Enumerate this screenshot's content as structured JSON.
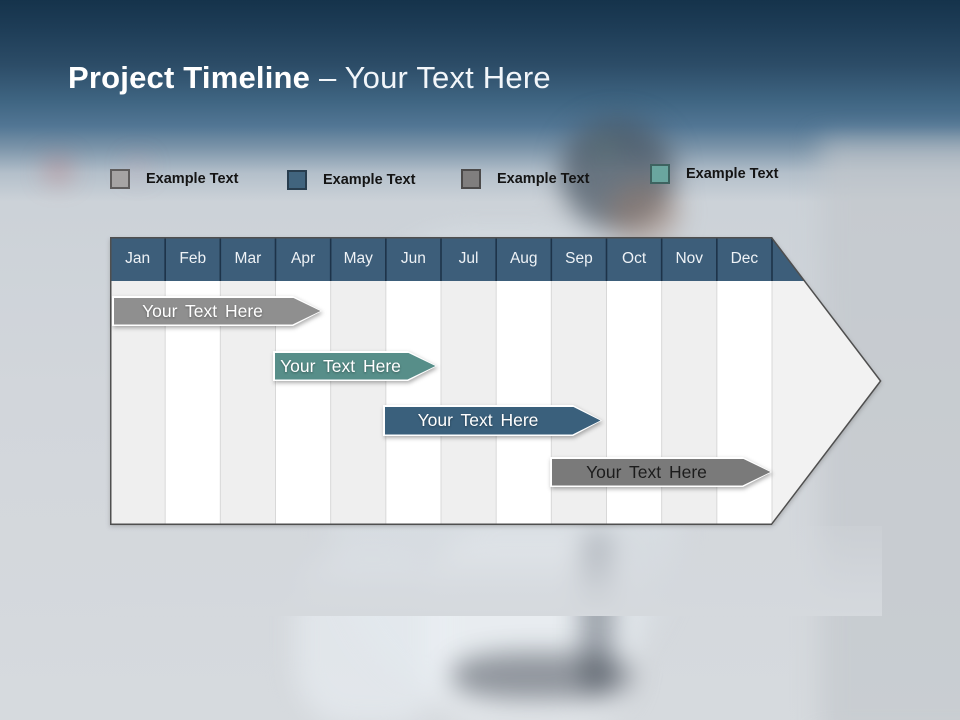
{
  "slide": {
    "title_bold": "Project Timeline",
    "title_rest": "– Your Text Here"
  },
  "legend": {
    "items": [
      {
        "label": "Example Text",
        "color": "#a6a4a4",
        "border": "#5f5d5d"
      },
      {
        "label": "Example Text",
        "color": "#41647e",
        "border": "#283d4e"
      },
      {
        "label": "Example Text",
        "color": "#807e7e",
        "border": "#4c4a4a"
      },
      {
        "label": "Example Text",
        "color": "#6aa69f",
        "border": "#3e6360"
      }
    ]
  },
  "timeline": {
    "months": [
      "Jan",
      "Feb",
      "Mar",
      "Apr",
      "May",
      "Jun",
      "Jul",
      "Aug",
      "Sep",
      "Oct",
      "Nov",
      "Dec"
    ],
    "header_color": "#3d5e7a",
    "bars": [
      {
        "label": "Your Text Here",
        "color": "#8f8f8f",
        "text_color": "#ffffff"
      },
      {
        "label": "Your Text Here",
        "color": "#578e89",
        "text_color": "#ffffff"
      },
      {
        "label": "Your Text Here",
        "color": "#3a607c",
        "text_color": "#ffffff"
      },
      {
        "label": "Your Text Here",
        "color": "#7a7a7a",
        "text_color": "#1c1c1c"
      }
    ]
  }
}
